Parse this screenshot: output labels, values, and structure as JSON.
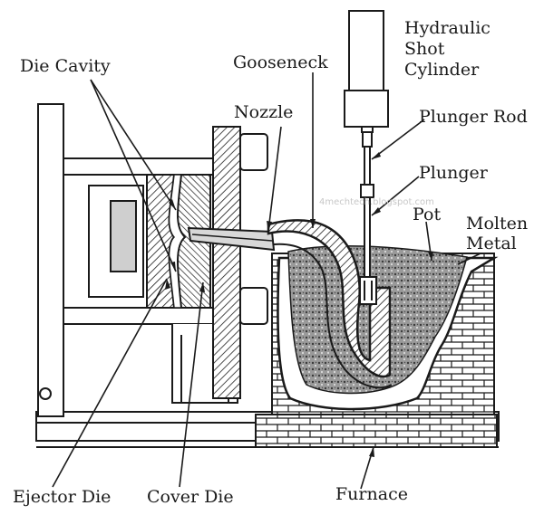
{
  "labels": {
    "hydraulic_shot_cylinder": [
      "Hydraulic",
      "Shot",
      "Cylinder"
    ],
    "die_cavity": "Die Cavity",
    "gooseneck": "Gooseneck",
    "nozzle": "Nozzle",
    "plunger_rod": "Plunger Rod",
    "plunger": "Plunger",
    "pot": "Pot",
    "molten_metal": [
      "Molten",
      "Metal"
    ],
    "ejector_die": "Ejector Die",
    "cover_die": "Cover Die",
    "furnace": "Furnace"
  },
  "watermark": "4mechtech.blogspot.com",
  "colors": {
    "ink": "#1a1a1a",
    "paper": "#ffffff",
    "metal": "#8a8a8a"
  }
}
